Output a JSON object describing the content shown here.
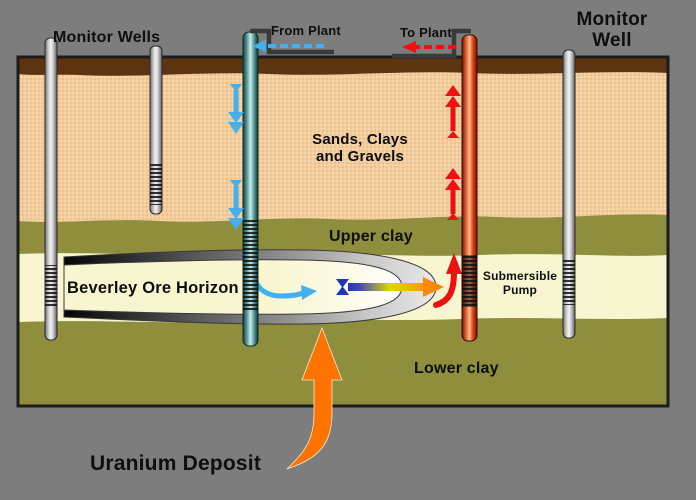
{
  "labels": {
    "monitor_wells": "Monitor Wells",
    "from_plant": "From Plant",
    "to_plant": "To Plant",
    "monitor_well_l1": "Monitor",
    "monitor_well_l2": "Well",
    "sands_l1": "Sands, Clays",
    "sands_l2": "and Gravels",
    "upper_clay": "Upper clay",
    "ore_horizon": "Beverley Ore Horizon",
    "pump_l1": "Submersible",
    "pump_l2": "Pump",
    "lower_clay": "Lower clay",
    "uranium_deposit": "Uranium Deposit"
  },
  "colors": {
    "background_gray": "#7d7d7d",
    "border_dark": "#1c1c1c",
    "topsoil_brown": "#5e3310",
    "sands_tan": "#f4cd9d",
    "clay_olive": "#8e8e3c",
    "ore_cream": "#f8f6d0",
    "plume_dark": "#050505",
    "plume_light": "#e9e9e9",
    "monitor_well_gray": "#cfcfcf",
    "injection_well_teal": "#4f9494",
    "extraction_well_red": "#e04818",
    "flow_blue": "#44b0ee",
    "flow_red": "#ee1111",
    "uranium_orange": "#ff7300",
    "leach_arrow_blue": "#2233bb",
    "leach_arrow_yellow": "#ddd900",
    "leach_arrow_orange": "#ff8800",
    "pipe_fitting_gray": "#3a3a3a"
  }
}
